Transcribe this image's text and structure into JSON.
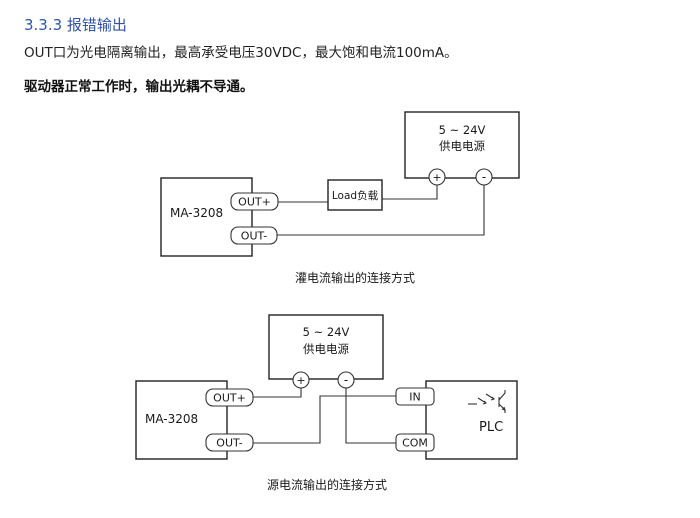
{
  "section": {
    "number": "3.3.3",
    "title": "报错输出",
    "heading": "3.3.3  报错输出"
  },
  "intro": "OUT口为光电隔离输出，最高承受电压30VDC，最大饱和电流100mA。",
  "warning": "驱动器正常工作时，输出光耦不导通。",
  "diagram_sink": {
    "caption": "灌电流输出的连接方式",
    "driver_label": "MA-3208",
    "out_plus_label": "OUT+",
    "out_minus_label": "OUT-",
    "load_label": "Load负载",
    "supply_voltage": "5 ~ 24V",
    "supply_label": "供电电源",
    "plus_symbol": "+",
    "minus_symbol": "-"
  },
  "diagram_source": {
    "caption": "源电流输出的连接方式",
    "driver_label": "MA-3208",
    "out_plus_label": "OUT+",
    "out_minus_label": "OUT-",
    "supply_voltage": "5 ~ 24V",
    "supply_label": "供电电源",
    "plus_symbol": "+",
    "minus_symbol": "-",
    "in_label": "IN",
    "com_label": "COM",
    "plc_label": "PLC"
  }
}
